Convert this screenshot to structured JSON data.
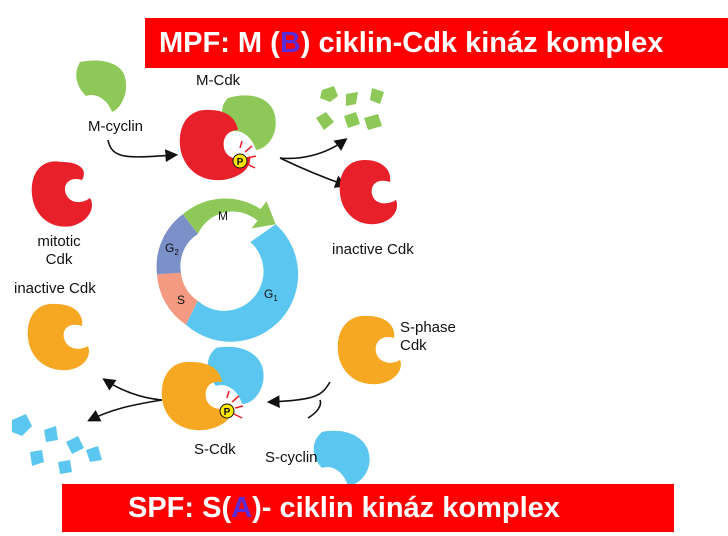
{
  "banners": {
    "top": {
      "prefix": "MPF: M (",
      "accent": "B",
      "suffix": ") ciklin-Cdk kináz komplex"
    },
    "bottom": {
      "prefix": "SPF: S(",
      "accent": "A",
      "suffix": ")- ciklin kináz komplex"
    }
  },
  "labels": {
    "m_cyclin": "M-cyclin",
    "m_cdk": "M-Cdk",
    "mitotic_cdk_line1": "mitotic",
    "mitotic_cdk_line2": "Cdk",
    "inactive_cdk_right": "inactive Cdk",
    "inactive_cdk_left": "inactive Cdk",
    "s_phase_cdk_line1": "S-phase",
    "s_phase_cdk_line2": "Cdk",
    "s_cdk": "S-Cdk",
    "s_cyclin": "S-cyclin",
    "phosphate": "P"
  },
  "cycle": {
    "phases": [
      "M",
      "G1",
      "S",
      "G2"
    ],
    "phase_m": "M",
    "phase_g1_base": "G",
    "phase_g1_sub": "1",
    "phase_s": "S",
    "phase_g2_base": "G",
    "phase_g2_sub": "2"
  },
  "colors": {
    "banner": "#ff0000",
    "accent": "#5b2bd6",
    "mitotic_cdk": "#e8202a",
    "s_cdk": "#f7a823",
    "m_cyclin": "#8dc858",
    "s_cyclin": "#5bc7f0",
    "phase_m": "#8dc858",
    "phase_g1": "#5bc7f0",
    "phase_s": "#f59a82",
    "phase_g2": "#7b8fc8",
    "phosphate": "#ffe800"
  }
}
